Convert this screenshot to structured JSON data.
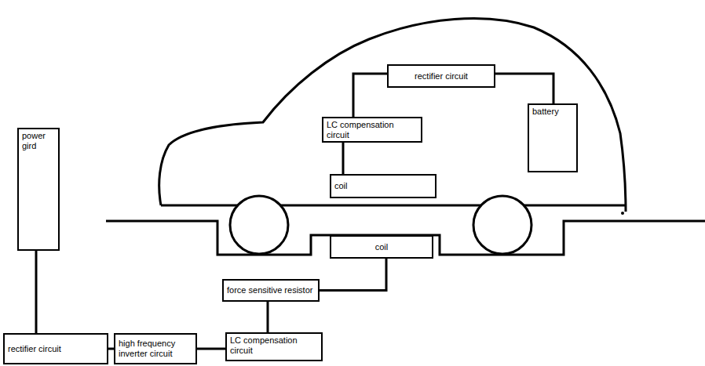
{
  "diagram": {
    "nodes": [
      {
        "text": [
          "power gird"
        ]
      },
      {
        "text": [
          "rectifier circuit"
        ]
      },
      {
        "text": [
          "high frequency inverter circuit"
        ]
      },
      {
        "text": [
          "LC compensation circuit"
        ]
      },
      {
        "text": [
          "force sensitive resistor"
        ]
      },
      {
        "text": [
          "coil"
        ]
      },
      {
        "text": [
          "coil"
        ]
      },
      {
        "text": [
          "LC compensation circuit"
        ]
      },
      {
        "text": [
          "rectifier circuit"
        ]
      },
      {
        "text": [
          "battery"
        ]
      }
    ],
    "edges": [
      {
        "from": 0,
        "to": 1,
        "arrow": "none"
      },
      {
        "from": 1,
        "to": 2,
        "arrow": "none"
      },
      {
        "from": 2,
        "to": 3,
        "arrow": "none"
      },
      {
        "from": 3,
        "to": 4,
        "arrow": "none"
      },
      {
        "from": 4,
        "to": 5,
        "arrow": "none"
      },
      {
        "from": 6,
        "to": 7,
        "arrow": "none"
      },
      {
        "from": 7,
        "to": 8,
        "arrow": "none"
      },
      {
        "from": 8,
        "to": 9,
        "arrow": "none"
      }
    ]
  }
}
